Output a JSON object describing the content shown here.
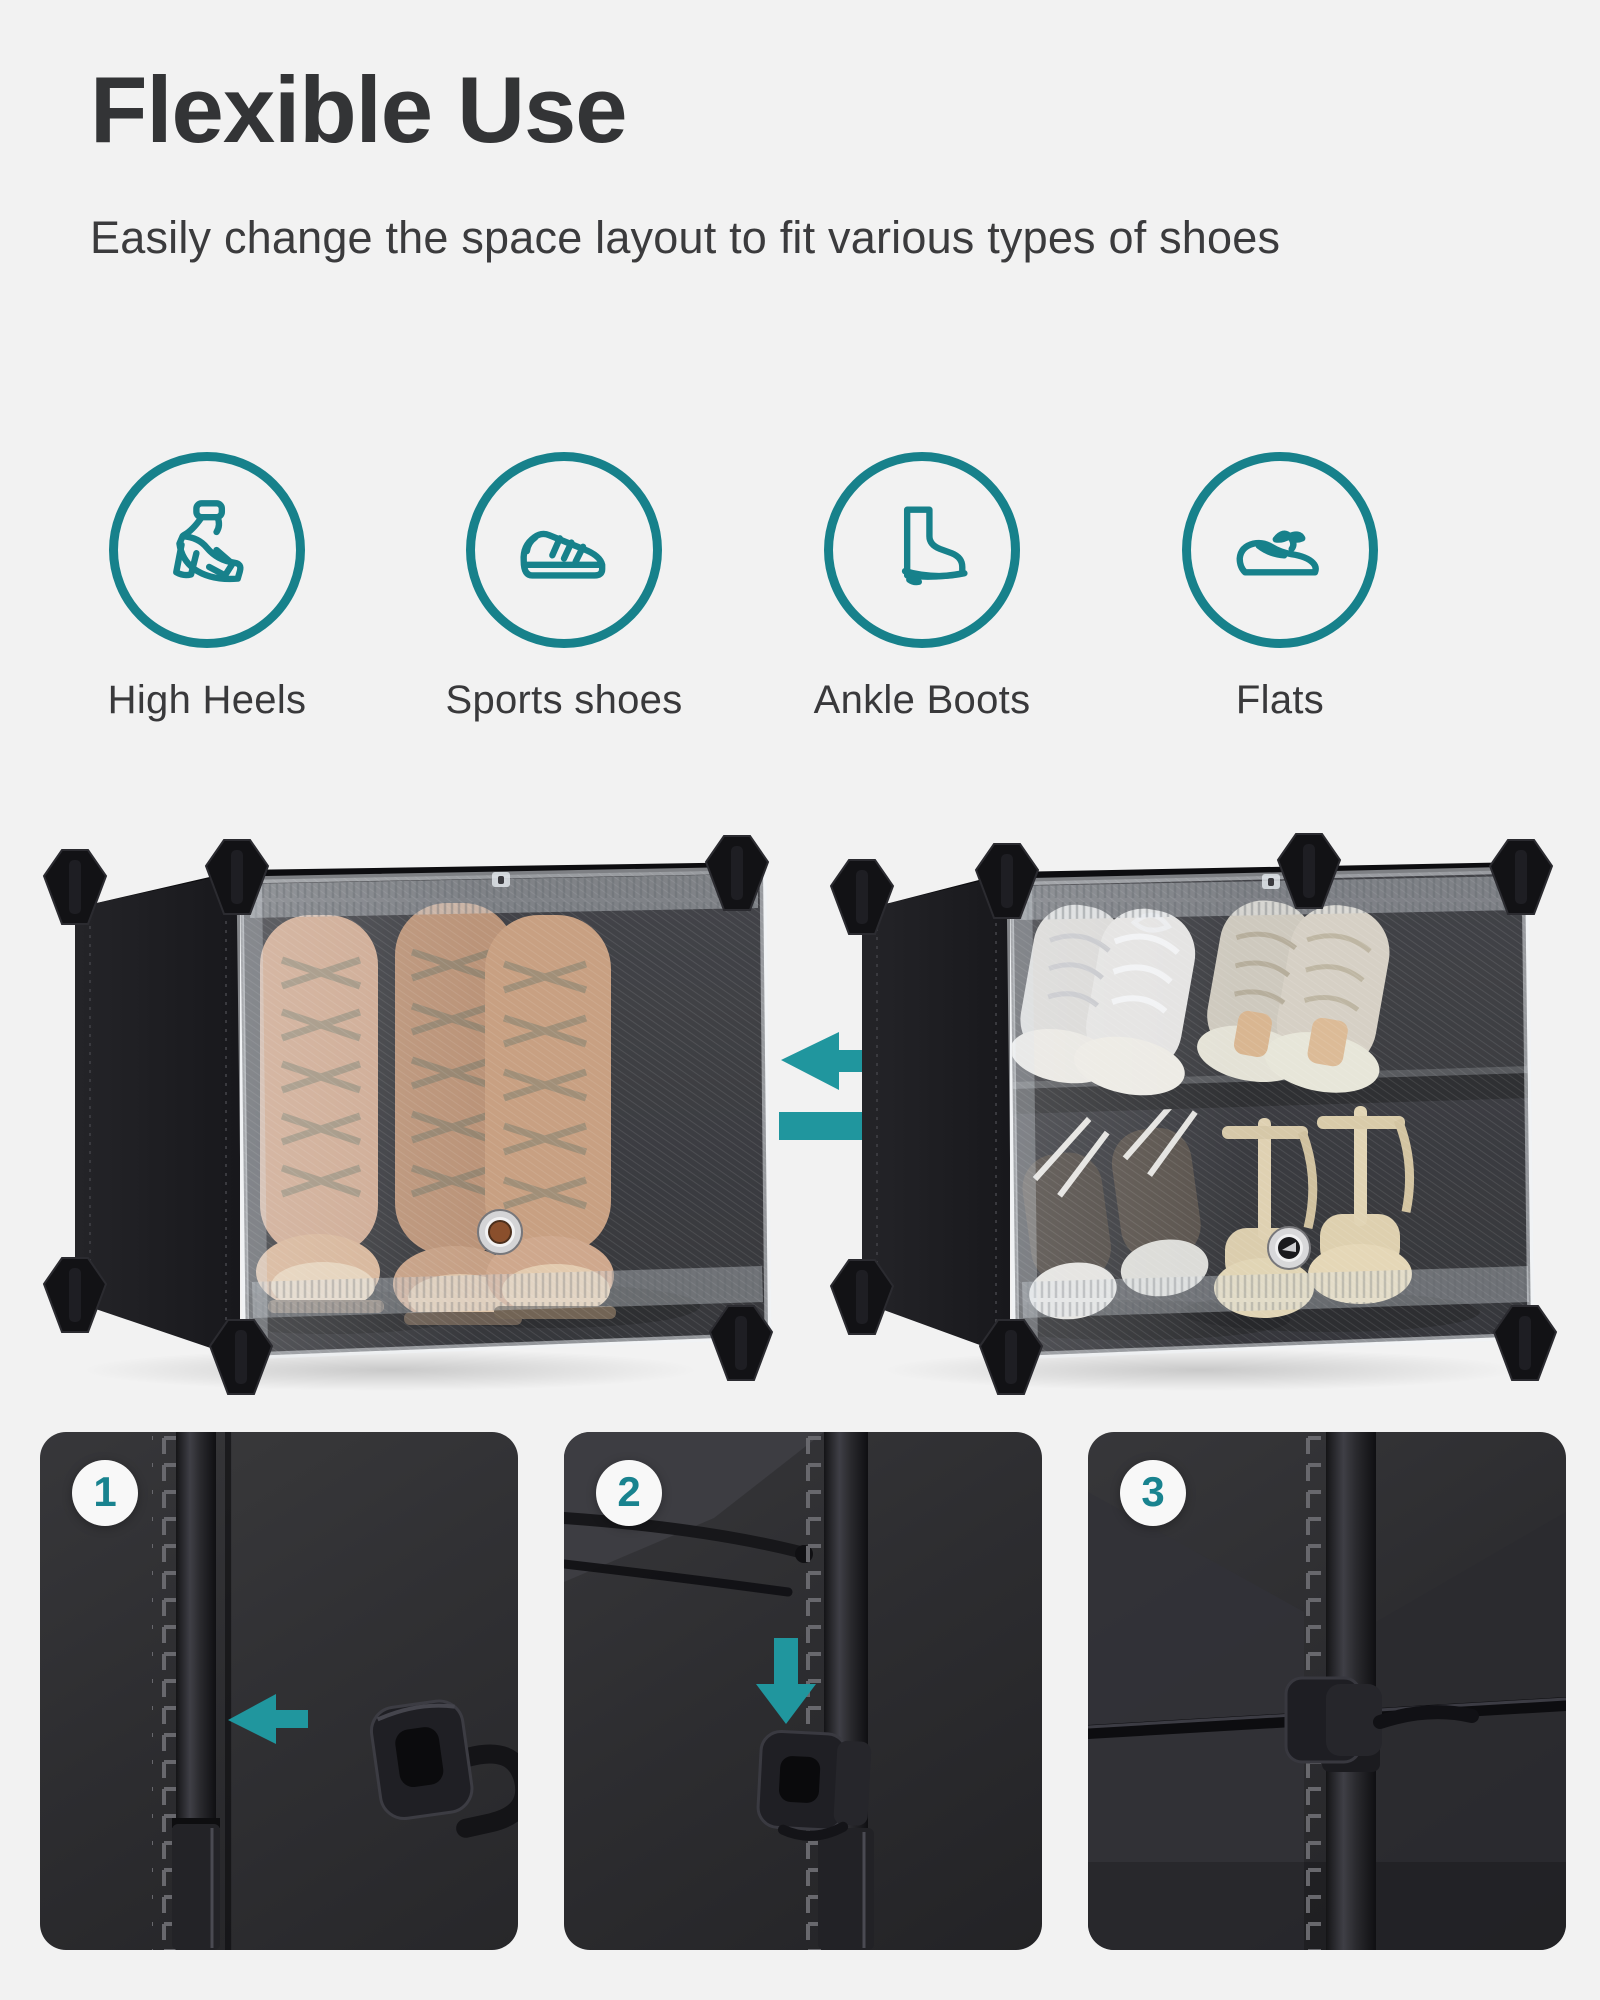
{
  "header": {
    "title": "Flexible Use",
    "subtitle": "Easily change the space layout to fit various types of shoes"
  },
  "shoe_types": [
    {
      "label": "High Heels",
      "icon": "high-heel-icon"
    },
    {
      "label": "Sports shoes",
      "icon": "sports-shoe-icon"
    },
    {
      "label": "Ankle Boots",
      "icon": "ankle-boot-icon"
    },
    {
      "label": "Flats",
      "icon": "flat-shoe-icon"
    }
  ],
  "display": {
    "arrow_icons": [
      "arrow-left-icon",
      "arrow-right-icon"
    ]
  },
  "steps": [
    {
      "number": "1"
    },
    {
      "number": "2"
    },
    {
      "number": "3"
    }
  ],
  "palette": {
    "background": "#f2f2f2",
    "accent_teal": "#17818b",
    "arrow_teal": "#20969e",
    "badge_number_teal": "#19838f",
    "heading_text": "#333436",
    "body_text": "#3b3b3d",
    "photo_panel_dark": "#2d2d30"
  }
}
